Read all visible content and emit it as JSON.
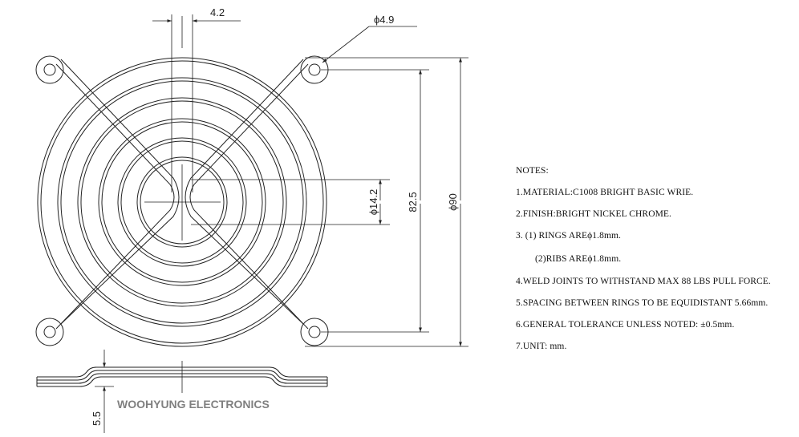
{
  "dimensions": {
    "top_width": "4.2",
    "hole_dia": "ϕ4.9",
    "center_dia": "ϕ14.2",
    "hole_spacing": "82.5",
    "outer_dia": "ϕ90",
    "thickness": "5.5"
  },
  "notes": {
    "title": "NOTES:",
    "items": [
      "1.MATERIAL:C1008 BRIGHT BASIC WRIE.",
      "2.FINISH:BRIGHT NICKEL CHROME.",
      "3. (1) RINGS AREϕ1.8mm.",
      "(2)RIBS AREϕ1.8mm.",
      "4.WELD JOINTS TO WITHSTAND MAX 88 LBS PULL FORCE.",
      "5.SPACING BETWEEN RINGS TO BE EQUIDISTANT 5.66mm.",
      "6.GENERAL TOLERANCE UNLESS NOTED: ±0.5mm.",
      "7.UNIT: mm."
    ]
  },
  "company": "WOOHYUNG ELECTRONICS",
  "colors": {
    "line": "#222222",
    "company": "#808080"
  }
}
